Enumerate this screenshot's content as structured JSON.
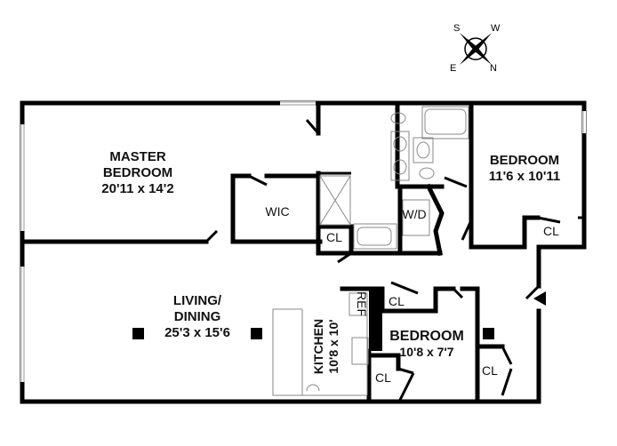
{
  "compass": {
    "s": "S",
    "w": "W",
    "e": "E",
    "n": "N"
  },
  "rooms": {
    "master": {
      "name1": "MASTER",
      "name2": "BEDROOM",
      "dims": "20'11 x 14'2"
    },
    "wic": "WIC",
    "bedroom1": {
      "name": "BEDROOM",
      "dims": "11'6 x 10'11"
    },
    "living": {
      "name1": "LIVING/",
      "name2": "DINING",
      "dims": "25'3 x 15'6"
    },
    "kitchen": {
      "name": "KITCHEN",
      "dims": "10'8 x 10'"
    },
    "bedroom2": {
      "name": "BEDROOM",
      "dims": "10'8 x 7'7"
    },
    "closet": "CL",
    "wd": "W/D",
    "ref": "REF"
  }
}
